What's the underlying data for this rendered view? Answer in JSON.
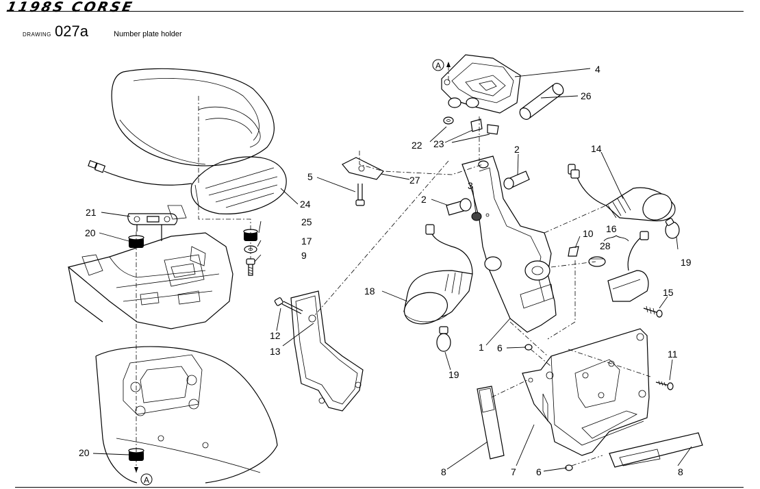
{
  "header": {
    "brand": "1198S CORSE",
    "drawing_label": "DRAWING",
    "drawing_number": "027a",
    "title": "Number plate holder"
  },
  "callouts": [
    {
      "id": "c4",
      "text": "4"
    },
    {
      "id": "c26",
      "text": "26"
    },
    {
      "id": "c22",
      "text": "22"
    },
    {
      "id": "c23",
      "text": "23"
    },
    {
      "id": "c2a",
      "text": "2"
    },
    {
      "id": "c14",
      "text": "14"
    },
    {
      "id": "c5",
      "text": "5"
    },
    {
      "id": "c27",
      "text": "27"
    },
    {
      "id": "c3",
      "text": "3"
    },
    {
      "id": "c2b",
      "text": "2"
    },
    {
      "id": "c24",
      "text": "24"
    },
    {
      "id": "c21",
      "text": "21"
    },
    {
      "id": "c25",
      "text": "25"
    },
    {
      "id": "c20a",
      "text": "20"
    },
    {
      "id": "c17",
      "text": "17"
    },
    {
      "id": "c9",
      "text": "9"
    },
    {
      "id": "c16",
      "text": "16"
    },
    {
      "id": "c10",
      "text": "10"
    },
    {
      "id": "c28",
      "text": "28"
    },
    {
      "id": "c19a",
      "text": "19"
    },
    {
      "id": "c18",
      "text": "18"
    },
    {
      "id": "c15",
      "text": "15"
    },
    {
      "id": "c12",
      "text": "12"
    },
    {
      "id": "c13",
      "text": "13"
    },
    {
      "id": "c1",
      "text": "1"
    },
    {
      "id": "c6a",
      "text": "6"
    },
    {
      "id": "c11",
      "text": "11"
    },
    {
      "id": "c19b",
      "text": "19"
    },
    {
      "id": "c20b",
      "text": "20"
    },
    {
      "id": "c8a",
      "text": "8"
    },
    {
      "id": "c7",
      "text": "7"
    },
    {
      "id": "c6b",
      "text": "6"
    },
    {
      "id": "c8b",
      "text": "8"
    }
  ],
  "refs": {
    "top": "A",
    "bottom": "A"
  }
}
